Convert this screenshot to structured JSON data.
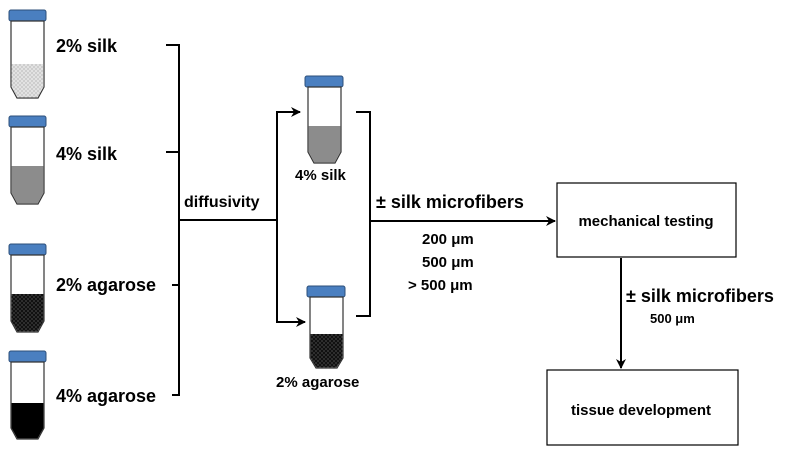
{
  "colors": {
    "cap": "#4a7fc0",
    "cap_outline": "#2c4f7a",
    "silk_2pct_fill": "#e2e2e2",
    "silk_4pct_fill": "#8c8c8c",
    "agarose_2pct_fill": "#1a1a1a",
    "agarose_4pct_fill": "#000000"
  },
  "left_samples": [
    {
      "label": "2% silk",
      "icon": "tube-icon",
      "fill": "light-dotted"
    },
    {
      "label": "4% silk",
      "icon": "tube-icon",
      "fill": "gray"
    },
    {
      "label": "2% agarose",
      "icon": "tube-icon",
      "fill": "dark-dotted"
    },
    {
      "label": "4% agarose",
      "icon": "tube-icon",
      "fill": "black"
    }
  ],
  "diffusivity_label": "diffusivity",
  "middle_samples": [
    {
      "label": "4% silk",
      "icon": "tube-icon",
      "fill": "gray"
    },
    {
      "label": "2% agarose",
      "icon": "tube-icon",
      "fill": "dark-dotted"
    }
  ],
  "microfibers_label_1": "± silk microfibers",
  "sizes_1": [
    "200  μm",
    "500  μm",
    "> 500 μm"
  ],
  "mechanical_box": "mechanical testing",
  "microfibers_label_2": "± silk microfibers",
  "size_2": "500  μm",
  "tissue_box": "tissue development"
}
